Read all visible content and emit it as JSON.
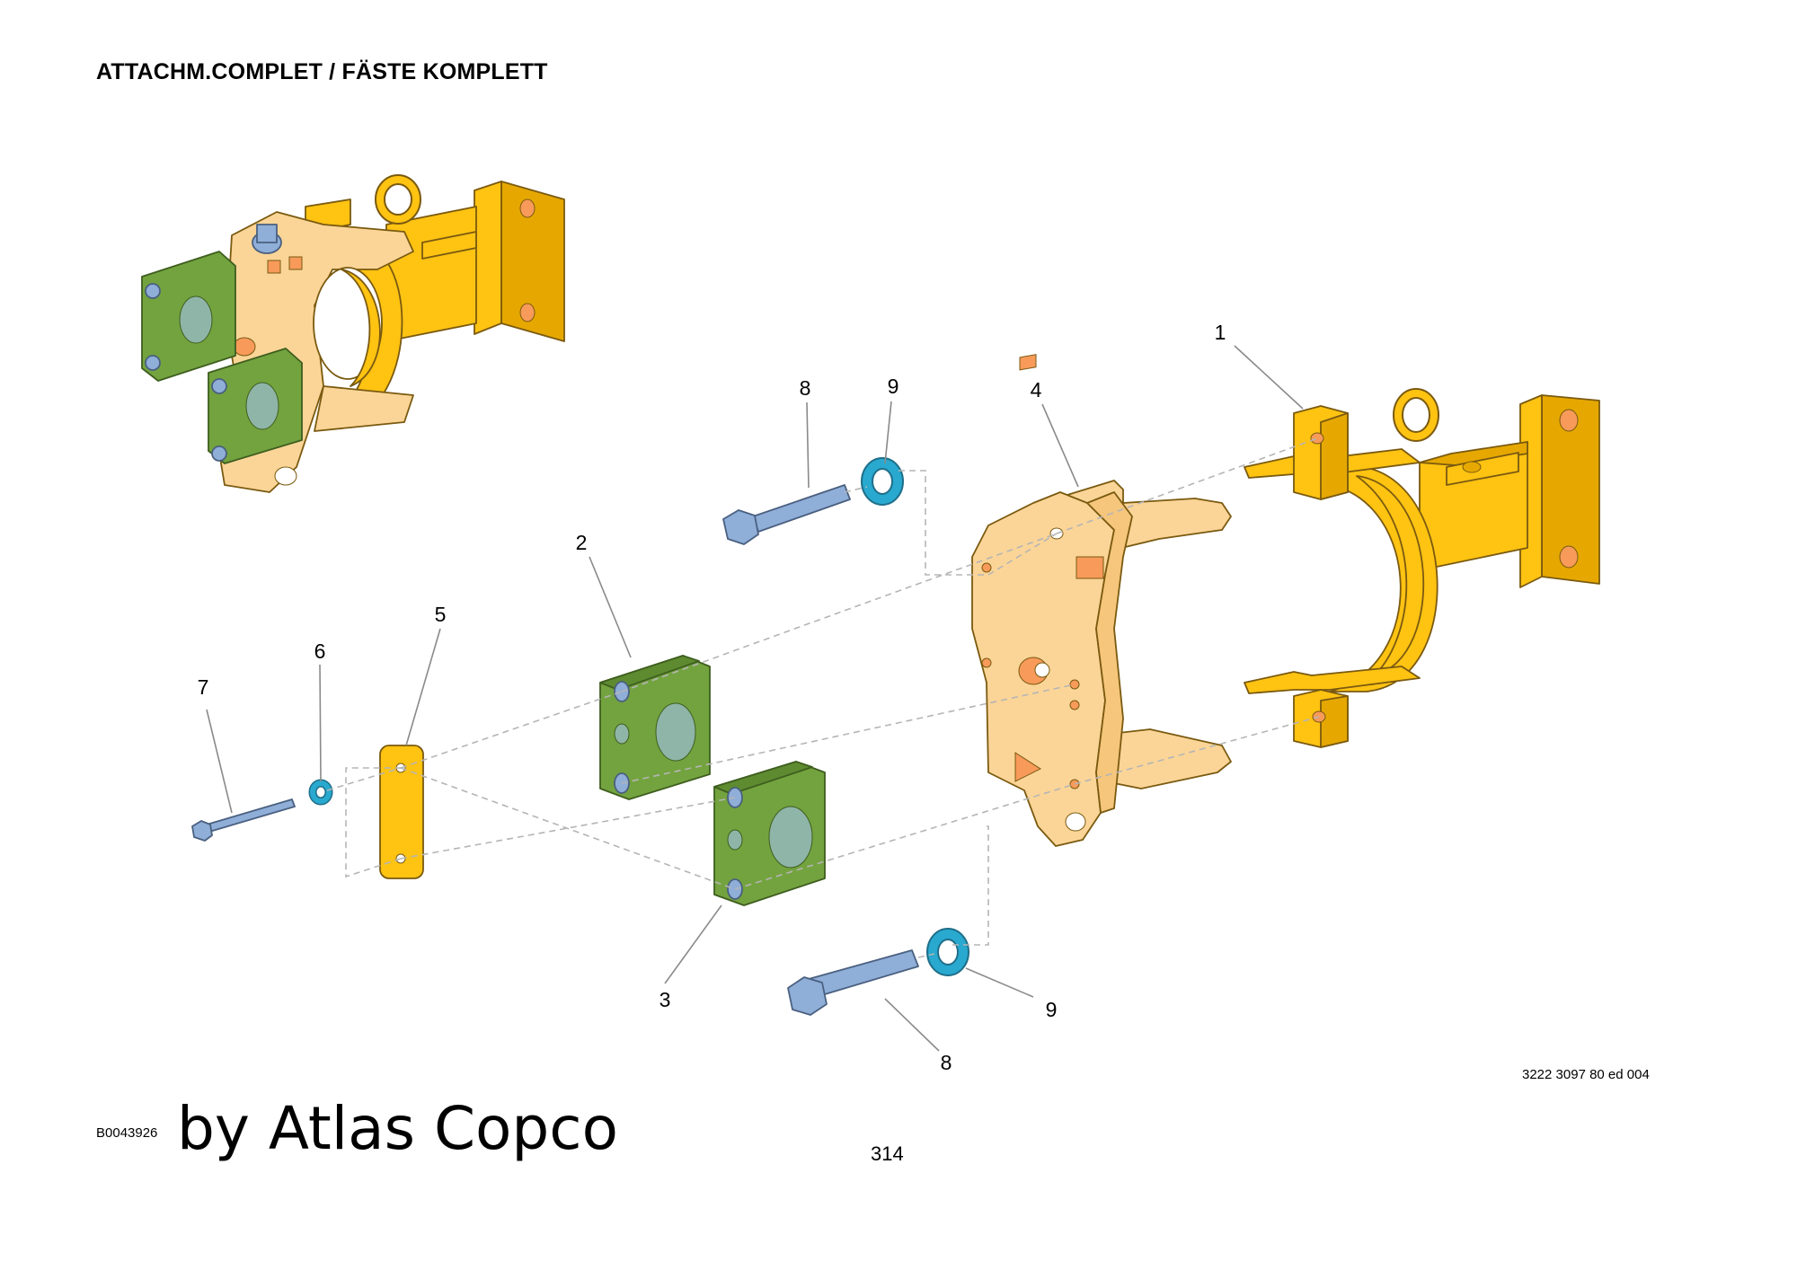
{
  "header": {
    "title": "ATTACHM.COMPLET / FÄSTE KOMPLETT"
  },
  "callouts": {
    "c1": "1",
    "c2": "2",
    "c3": "3",
    "c4": "4",
    "c5": "5",
    "c6": "6",
    "c7": "7",
    "c8a": "8",
    "c8b": "8",
    "c9a": "9",
    "c9b": "9"
  },
  "footer": {
    "drawing_ref": "3222 3097 80 ed 004",
    "image_code": "B0043926",
    "brand": "by Atlas Copco",
    "page_number": "314"
  },
  "colors": {
    "yellow": "#ffc312",
    "light_orange": "#fbd597",
    "green": "#73a33f",
    "blue": "#8faed8",
    "cyan": "#29a9cf"
  }
}
